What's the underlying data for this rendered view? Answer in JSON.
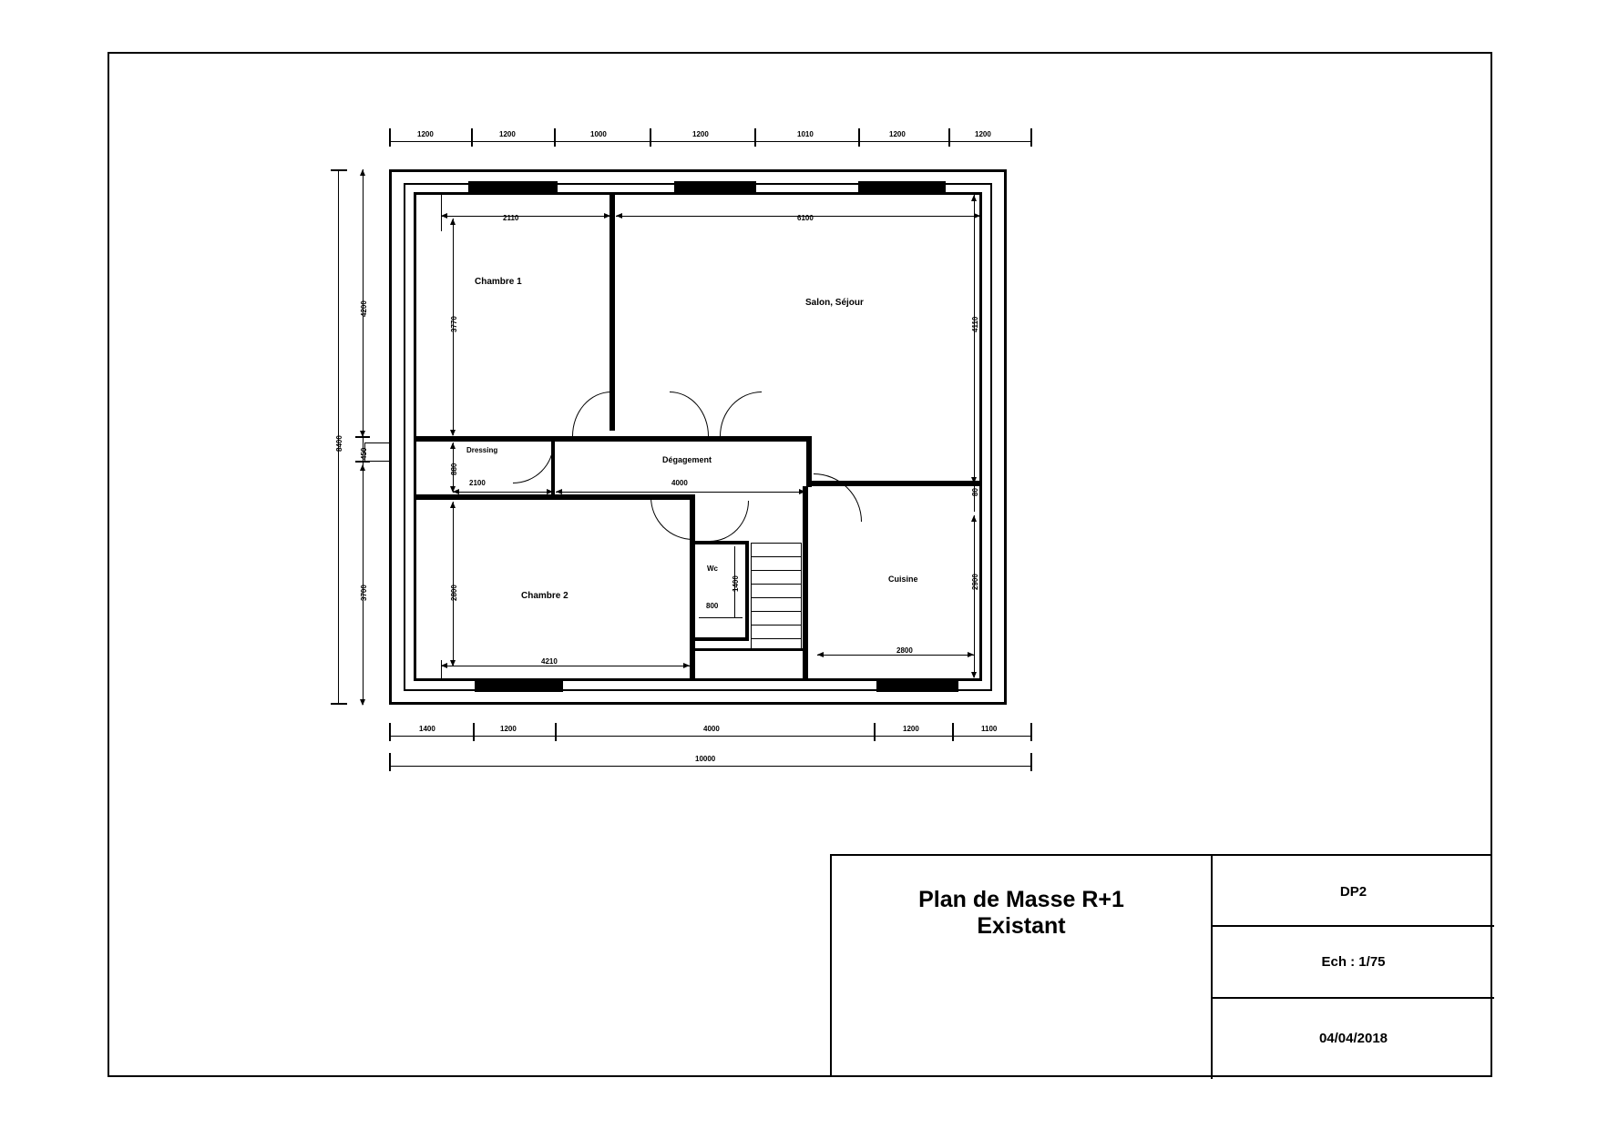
{
  "document": {
    "type": "architectural-floor-plan",
    "title_block": {
      "title_line1": "Plan de Masse R+1",
      "title_line2": "Existant",
      "sheet_code": "DP2",
      "scale": "Ech : 1/75",
      "date": "04/04/2018"
    }
  },
  "rooms": [
    {
      "id": "chambre1",
      "label": "Chambre 1"
    },
    {
      "id": "salon",
      "label": "Salon, Séjour"
    },
    {
      "id": "dressing",
      "label": "Dressing"
    },
    {
      "id": "degagement",
      "label": "Dégagement"
    },
    {
      "id": "chambre2",
      "label": "Chambre 2"
    },
    {
      "id": "wc",
      "label": "Wc"
    },
    {
      "id": "cuisine",
      "label": "Cuisine"
    }
  ],
  "dimensions": {
    "top_chain": [
      "1200",
      "1200",
      "1000",
      "1200",
      "1010",
      "1200",
      "1200"
    ],
    "bottom_chain": [
      "1400",
      "1200",
      "4000",
      "1200",
      "1100"
    ],
    "overall_width": "10000",
    "left_chain": [
      "4200",
      "450",
      "3700"
    ],
    "overall_height": "8400",
    "interior": {
      "chambre1_width": "2110",
      "chambre1_height": "3770",
      "salon_width": "6100",
      "salon_height": "4110",
      "dressing_width": "2100",
      "dressing_height": "880",
      "degagement_width": "4000",
      "cuisine_height": "2900",
      "cuisine_width": "2800",
      "chambre2_height": "2800",
      "chambre2_width": "4210",
      "wc_width": "800",
      "wc_height": "1400",
      "right_small": "80"
    }
  },
  "colors": {
    "ink": "#000000",
    "paper": "#ffffff"
  }
}
